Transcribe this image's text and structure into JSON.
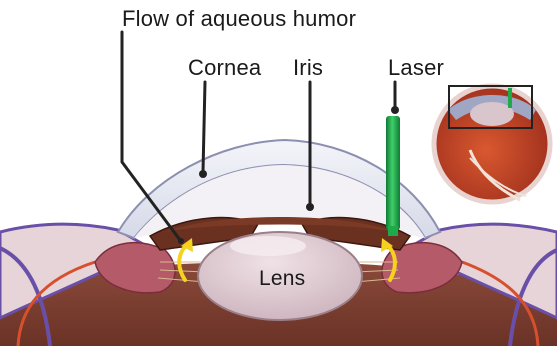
{
  "diagram": {
    "labels": {
      "flow": "Flow of aqueous humor",
      "cornea": "Cornea",
      "iris": "Iris",
      "laser": "Laser",
      "lens": "Lens"
    },
    "colors": {
      "laser_beam": "#1faa4a",
      "aqueous_flow_arrow": "#f4d21e",
      "iris_tissue": "#6a3020",
      "lens": "#e3d0d6",
      "cornea": "#e9eaf2",
      "ciliary_body": "#b55a68",
      "sclera_edge": "#6a4fa8",
      "eyeball_interior": "#c3472a"
    },
    "icons": [
      "eyeball-inset-icon",
      "flow-arrow-icon"
    ]
  }
}
